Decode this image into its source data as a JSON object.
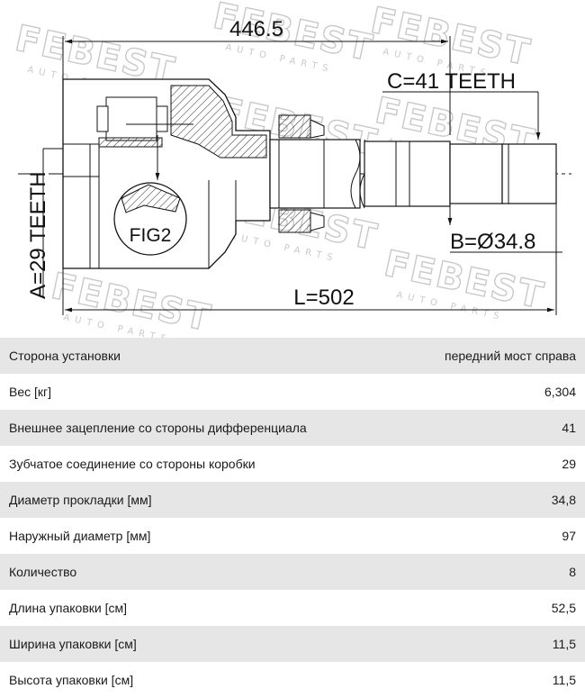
{
  "drawing": {
    "dim_top": "446.5",
    "dim_c": "C=41 TEETH",
    "dim_a": "A=29 TEETH",
    "dim_b": "B=Ø34.8",
    "dim_l": "L=502",
    "fig_label": "FIG2",
    "watermark_brand": "FEBEST",
    "watermark_sub": "AUTO PARTS"
  },
  "specs": [
    {
      "label": "Сторона установки",
      "value": "передний мост справа"
    },
    {
      "label": "Вес [кг]",
      "value": "6,304"
    },
    {
      "label": "Внешнее зацепление со стороны дифференциала",
      "value": "41"
    },
    {
      "label": "Зубчатое соединение со стороны коробки",
      "value": "29"
    },
    {
      "label": "Диаметр прокладки [мм]",
      "value": "34,8"
    },
    {
      "label": "Наружный диаметр [мм]",
      "value": "97"
    },
    {
      "label": "Количество",
      "value": "8"
    },
    {
      "label": "Длина упаковки [см]",
      "value": "52,5"
    },
    {
      "label": "Ширина упаковки [см]",
      "value": "11,5"
    },
    {
      "label": "Высота упаковки [см]",
      "value": "11,5"
    }
  ]
}
